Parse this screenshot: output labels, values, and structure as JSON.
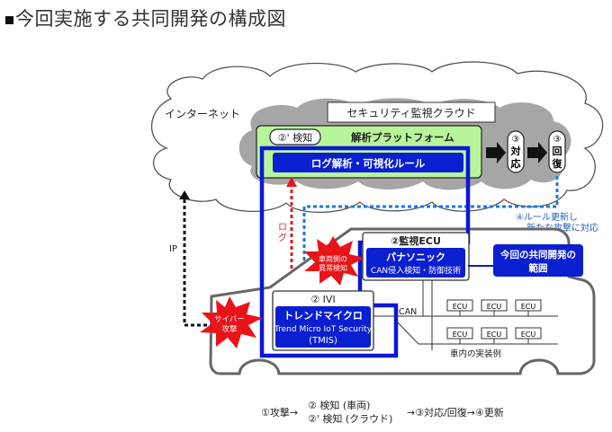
{
  "title": "今回実施する共同開発の構成図",
  "internet_label": "インターネット",
  "cloud_label": "セキュリティ監視クラウド",
  "platform": {
    "step_label": "②' 検知",
    "name": "解析プラットフォーム",
    "rule_box": "ログ解析・可視化ルール"
  },
  "response_steps": [
    {
      "num": "③",
      "chars": [
        "対",
        "応"
      ]
    },
    {
      "num": "③",
      "chars": [
        "回",
        "復"
      ]
    }
  ],
  "update_note": [
    "④ルール更新し",
    "新たな攻撃に対応"
  ],
  "ip_label": "IP",
  "log_label": [
    "ロ",
    "グ"
  ],
  "anomaly_burst": [
    "車両側の",
    "異常検知"
  ],
  "attack_burst": [
    "サイバー",
    "攻撃"
  ],
  "monitor_ecu": {
    "title": "②監視ECU",
    "vendor": "パナソニック",
    "tech": "CAN侵入検知・防御技術"
  },
  "ivi": {
    "title": "② IVI",
    "vendor": "トレンドマイクロ",
    "product": "Trend Micro IoT Security",
    "abbr": "(TMIS)"
  },
  "scope_label": [
    "今回の共同開発の",
    "範囲"
  ],
  "can_label": "CAN",
  "ecu_label": "ECU",
  "ecu_rows": [
    [
      "ECU",
      "ECU",
      "ECU"
    ],
    [
      "ECU",
      "ECU",
      "ECU"
    ]
  ],
  "vehicle_caption": "車内の実装例",
  "flow": {
    "attack": "①攻撃→",
    "detect_vehicle": "② 検知 (車両)",
    "detect_cloud": "②' 検知 (クラウド)",
    "rest": "→③対応/回復→④更新"
  },
  "colors": {
    "scope_blue": "#0a16d8",
    "box_blue": "#0a1fd0",
    "platform_green": "#b8f59a",
    "cloud_gray": "#a6a6a6",
    "alert_red": "#e8141a",
    "log_red": "#d0202a",
    "update_blue": "#1e78d8"
  }
}
